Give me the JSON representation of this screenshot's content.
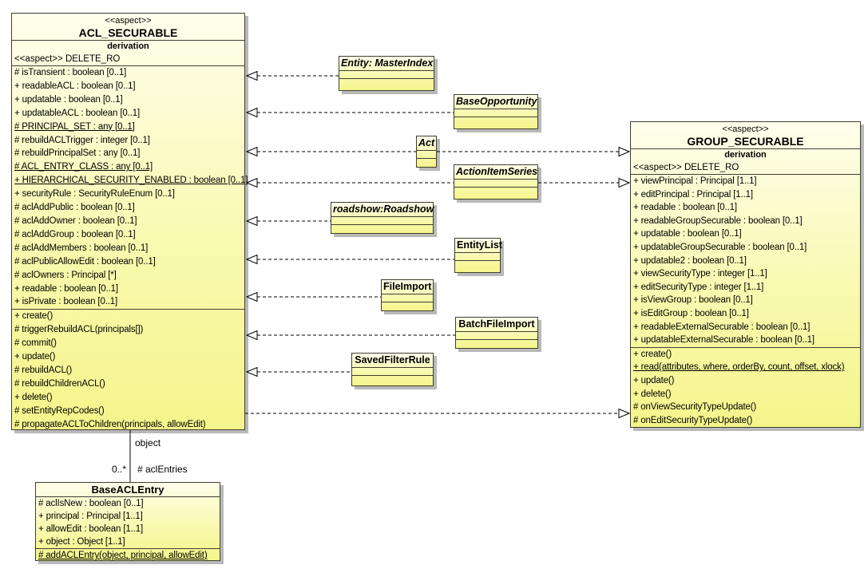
{
  "classes": {
    "acl_securable": {
      "stereotype": "<<aspect>>",
      "name": "ACL_SECURABLE",
      "derivation": "derivation",
      "substereotype": "<<aspect>> DELETE_RO",
      "attributes": [
        {
          "t": "# isTransient : boolean [0..1]",
          "u": false
        },
        {
          "t": "+ readableACL : boolean [0..1]",
          "u": false
        },
        {
          "t": "+ updatable : boolean [0..1]",
          "u": false
        },
        {
          "t": "+ updatableACL : boolean [0..1]",
          "u": false
        },
        {
          "t": "# PRINCIPAL_SET : any [0..1]",
          "u": true
        },
        {
          "t": "# rebuildACLTrigger : integer [0..1]",
          "u": false
        },
        {
          "t": "# rebuildPrincipalSet : any [0..1]",
          "u": false
        },
        {
          "t": "# ACL_ENTRY_CLASS : any [0..1]",
          "u": true
        },
        {
          "t": "+ HIERARCHICAL_SECURITY_ENABLED : boolean [0..1]",
          "u": true
        },
        {
          "t": "+ securityRule : SecurityRuleEnum [0..1]",
          "u": false
        },
        {
          "t": "# aclAddPublic : boolean [0..1]",
          "u": false
        },
        {
          "t": "# aclAddOwner : boolean [0..1]",
          "u": false
        },
        {
          "t": "# aclAddGroup : boolean [0..1]",
          "u": false
        },
        {
          "t": "# aclAddMembers : boolean [0..1]",
          "u": false
        },
        {
          "t": "# aclPublicAllowEdit : boolean [0..1]",
          "u": false
        },
        {
          "t": "# aclOwners : Principal [*]",
          "u": false
        },
        {
          "t": "+ readable : boolean [0..1]",
          "u": false
        },
        {
          "t": "+ isPrivate : boolean [0..1]",
          "u": false
        }
      ],
      "operations": [
        {
          "t": "+ create()",
          "u": false
        },
        {
          "t": "# triggerRebuildACL(principals[])",
          "u": false
        },
        {
          "t": "# commit()",
          "u": false
        },
        {
          "t": "+ update()",
          "u": false
        },
        {
          "t": "# rebuildACL()",
          "u": false
        },
        {
          "t": "# rebuildChildrenACL()",
          "u": false
        },
        {
          "t": "+ delete()",
          "u": false
        },
        {
          "t": "# setEntityRepCodes()",
          "u": false
        },
        {
          "t": "# propagateACLToChildren(principals, allowEdit)",
          "u": false
        }
      ]
    },
    "group_securable": {
      "stereotype": "<<aspect>>",
      "name": "GROUP_SECURABLE",
      "derivation": "derivation",
      "substereotype": "<<aspect>> DELETE_RO",
      "attributes": [
        {
          "t": "+ viewPrincipal : Principal [1..1]",
          "u": false
        },
        {
          "t": "+ editPrincipal : Principal [1..1]",
          "u": false
        },
        {
          "t": "+ readable : boolean [0..1]",
          "u": false
        },
        {
          "t": "+ readableGroupSecurable : boolean [0..1]",
          "u": false
        },
        {
          "t": "+ updatable : boolean [0..1]",
          "u": false
        },
        {
          "t": "+ updatableGroupSecurable : boolean [0..1]",
          "u": false
        },
        {
          "t": "+ updatable2 : boolean [0..1]",
          "u": false
        },
        {
          "t": "+ viewSecurityType : integer [1..1]",
          "u": false
        },
        {
          "t": "+ editSecurityType : integer [1..1]",
          "u": false
        },
        {
          "t": "+ isViewGroup : boolean [0..1]",
          "u": false
        },
        {
          "t": "+ isEditGroup : boolean [0..1]",
          "u": false
        },
        {
          "t": "+ readableExternalSecurable : boolean [0..1]",
          "u": false
        },
        {
          "t": "+ updatableExternalSecurable : boolean [0..1]",
          "u": false
        }
      ],
      "operations": [
        {
          "t": "+ create()",
          "u": false
        },
        {
          "t": "+ read(attributes, where, orderBy, count, offset, xlock)",
          "u": true
        },
        {
          "t": "+ update()",
          "u": false
        },
        {
          "t": "+ delete()",
          "u": false
        },
        {
          "t": "# onViewSecurityTypeUpdate()",
          "u": false
        },
        {
          "t": "# onEditSecurityTypeUpdate()",
          "u": false
        }
      ]
    },
    "base_acl_entry": {
      "name": "BaseACLEntry",
      "attributes": [
        {
          "t": "# aclIsNew : boolean [0..1]",
          "u": false
        },
        {
          "t": "+ principal : Principal [1..1]",
          "u": false
        },
        {
          "t": "+ allowEdit : boolean [1..1]",
          "u": false
        },
        {
          "t": "+ object : Object [1..1]",
          "u": false
        }
      ],
      "operations": [
        {
          "t": "# addACLEntry(object, principal, allowEdit)",
          "u": true
        }
      ]
    },
    "small": {
      "entity_master_index": {
        "name": "Entity: MasterIndex"
      },
      "base_opportunity": {
        "name": "BaseOpportunity"
      },
      "act": {
        "name": "Act"
      },
      "action_item_series": {
        "name": "ActionItemSeries"
      },
      "roadshow": {
        "name": "roadshow:Roadshow"
      },
      "entity_list": {
        "name": "EntityList"
      },
      "file_import": {
        "name": "FileImport"
      },
      "batch_file_import": {
        "name": "BatchFileImport"
      },
      "saved_filter_rule": {
        "name": "SavedFilterRule"
      }
    }
  },
  "association": {
    "role_object": "object",
    "multiplicity": "0..*",
    "role_acl_entries": "# aclEntries"
  },
  "connectors": [
    {
      "from": "Entity: MasterIndex",
      "to": "ACL_SECURABLE",
      "type": "realization"
    },
    {
      "from": "BaseOpportunity",
      "to": "ACL_SECURABLE",
      "type": "realization"
    },
    {
      "from": "Act",
      "to": "ACL_SECURABLE",
      "type": "realization"
    },
    {
      "from": "Act",
      "to": "GROUP_SECURABLE",
      "type": "realization"
    },
    {
      "from": "ActionItemSeries",
      "to": "ACL_SECURABLE",
      "type": "realization"
    },
    {
      "from": "ActionItemSeries",
      "to": "GROUP_SECURABLE",
      "type": "realization"
    },
    {
      "from": "roadshow:Roadshow",
      "to": "ACL_SECURABLE",
      "type": "realization"
    },
    {
      "from": "EntityList",
      "to": "ACL_SECURABLE",
      "type": "realization"
    },
    {
      "from": "FileImport",
      "to": "ACL_SECURABLE",
      "type": "realization"
    },
    {
      "from": "BatchFileImport",
      "to": "ACL_SECURABLE",
      "type": "realization"
    },
    {
      "from": "SavedFilterRule",
      "to": "ACL_SECURABLE",
      "type": "realization"
    },
    {
      "from": "ACL_SECURABLE",
      "to": "GROUP_SECURABLE",
      "type": "realization"
    },
    {
      "from": "ACL_SECURABLE",
      "to": "BaseACLEntry",
      "type": "association",
      "role": "object / # aclEntries"
    }
  ],
  "colors": {
    "fill_top": "#fefeec",
    "fill_bottom": "#f5f58c",
    "border": "#3f3f2f",
    "shadow": "#b9b9b9",
    "background": "#ffffff"
  }
}
